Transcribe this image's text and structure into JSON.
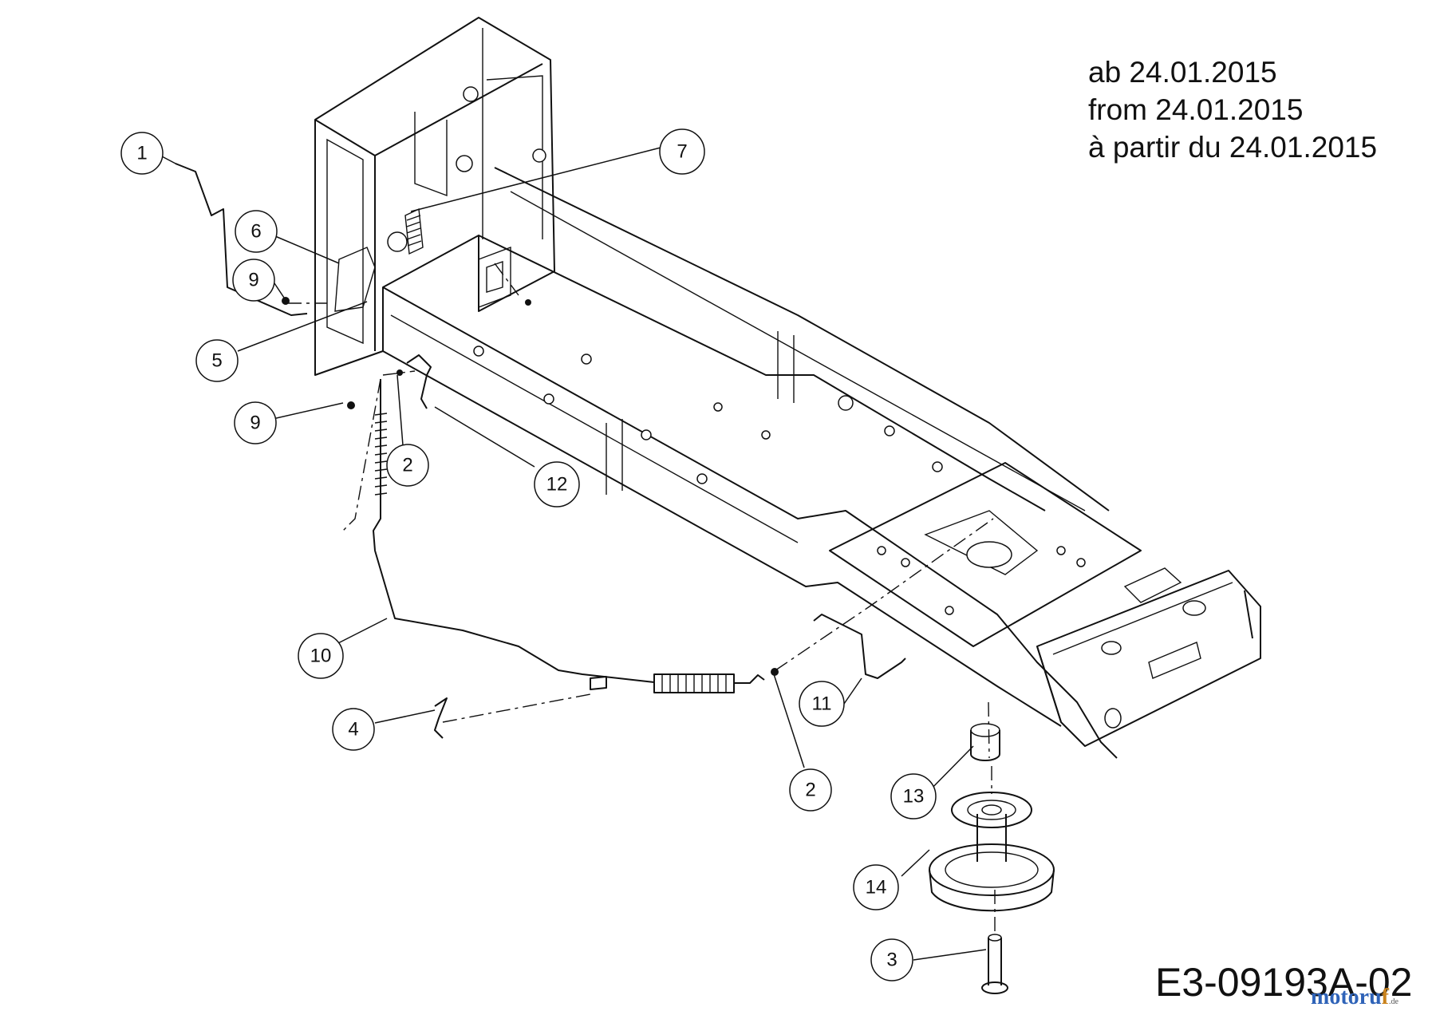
{
  "notes": {
    "line_de": "ab 24.01.2015",
    "line_en": "from 24.01.2015",
    "line_fr": "à partir du 24.01.2015"
  },
  "drawing_id": "E3-09193A-02",
  "watermark": {
    "brand_main": "motoru",
    "brand_accent": "f",
    "suffix": ".de"
  },
  "callouts": [
    {
      "id": "c1",
      "label": "1"
    },
    {
      "id": "c2a",
      "label": "2"
    },
    {
      "id": "c2b",
      "label": "2"
    },
    {
      "id": "c3",
      "label": "3"
    },
    {
      "id": "c4",
      "label": "4"
    },
    {
      "id": "c5",
      "label": "5"
    },
    {
      "id": "c6",
      "label": "6"
    },
    {
      "id": "c7",
      "label": "7"
    },
    {
      "id": "c9a",
      "label": "9"
    },
    {
      "id": "c9b",
      "label": "9"
    },
    {
      "id": "c10",
      "label": "10"
    },
    {
      "id": "c11",
      "label": "11"
    },
    {
      "id": "c12",
      "label": "12"
    },
    {
      "id": "c13",
      "label": "13"
    },
    {
      "id": "c14",
      "label": "14"
    }
  ]
}
